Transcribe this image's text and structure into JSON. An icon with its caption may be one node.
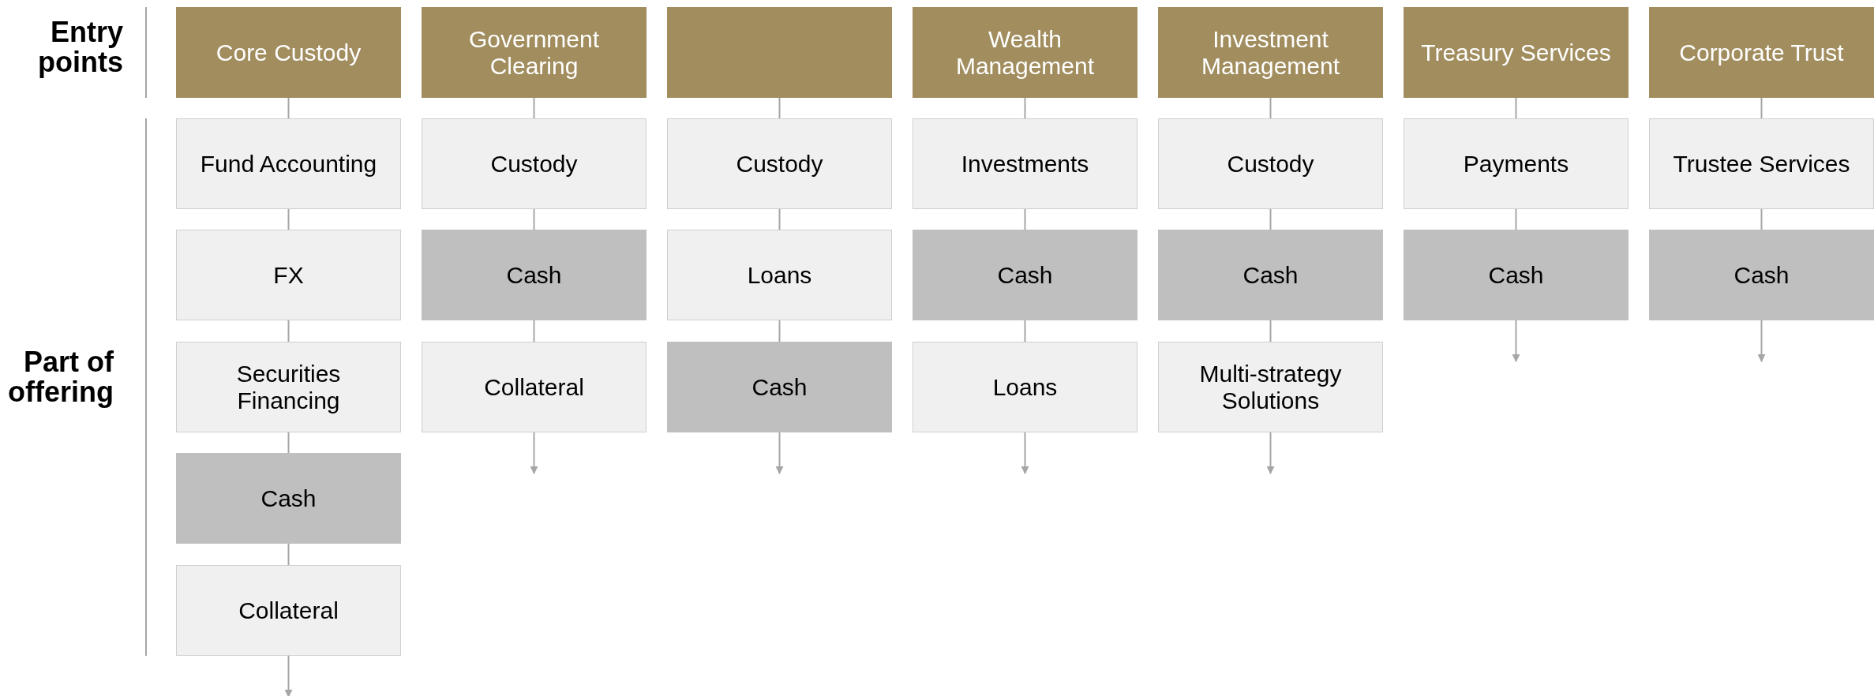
{
  "diagram": {
    "nodes": [
      {
        "text": [
          "Core Custody"
        ]
      },
      {
        "text": [
          "Fund Accounting"
        ]
      },
      {
        "text": [
          "FX"
        ]
      },
      {
        "text": [
          "Securities Financing"
        ]
      },
      {
        "text": [
          "Cash"
        ]
      },
      {
        "text": [
          "Collateral"
        ]
      },
      {
        "text": [
          "Government Clearing"
        ]
      },
      {
        "text": [
          "Custody"
        ]
      },
      {
        "text": [
          "Cash"
        ]
      },
      {
        "text": [
          "Collateral"
        ]
      },
      {
        "text": [],
        "shape": "box"
      },
      {
        "text": [
          "Custody"
        ]
      },
      {
        "text": [
          "Loans"
        ]
      },
      {
        "text": [
          "Cash"
        ]
      },
      {
        "text": [
          "Wealth Management"
        ]
      },
      {
        "text": [
          "Investments"
        ]
      },
      {
        "text": [
          "Cash"
        ]
      },
      {
        "text": [
          "Loans"
        ]
      },
      {
        "text": [
          "Investment Management"
        ]
      },
      {
        "text": [
          "Custody"
        ]
      },
      {
        "text": [
          "Cash"
        ]
      },
      {
        "text": [
          "Multi-strategy Solutions"
        ]
      },
      {
        "text": [
          "Treasury Services"
        ]
      },
      {
        "text": [
          "Payments"
        ]
      },
      {
        "text": [
          "Cash"
        ]
      },
      {
        "text": [
          "Corporate Trust"
        ]
      },
      {
        "text": [
          "Trustee Services"
        ]
      },
      {
        "text": [
          "Cash"
        ]
      }
    ],
    "edges": [
      {
        "from": 0,
        "to": 1,
        "arrow": "none"
      },
      {
        "from": 1,
        "to": 2,
        "arrow": "none"
      },
      {
        "from": 2,
        "to": 3,
        "arrow": "none"
      },
      {
        "from": 3,
        "to": 4,
        "arrow": "none"
      },
      {
        "from": 4,
        "to": 5,
        "arrow": "none"
      },
      {
        "from": 5,
        "to": null,
        "arrow": "to"
      },
      {
        "from": 6,
        "to": 7,
        "arrow": "none"
      },
      {
        "from": 7,
        "to": 8,
        "arrow": "none"
      },
      {
        "from": 8,
        "to": 9,
        "arrow": "none"
      },
      {
        "from": 9,
        "to": null,
        "arrow": "to"
      },
      {
        "from": 10,
        "to": 11,
        "arrow": "none"
      },
      {
        "from": 11,
        "to": 12,
        "arrow": "none"
      },
      {
        "from": 12,
        "to": 13,
        "arrow": "none"
      },
      {
        "from": 13,
        "to": null,
        "arrow": "to"
      },
      {
        "from": 14,
        "to": 15,
        "arrow": "none"
      },
      {
        "from": 15,
        "to": 16,
        "arrow": "none"
      },
      {
        "from": 16,
        "to": 17,
        "arrow": "none"
      },
      {
        "from": 17,
        "to": null,
        "arrow": "to"
      },
      {
        "from": 18,
        "to": 19,
        "arrow": "none"
      },
      {
        "from": 19,
        "to": 20,
        "arrow": "none"
      },
      {
        "from": 20,
        "to": 21,
        "arrow": "none"
      },
      {
        "from": 21,
        "to": null,
        "arrow": "to"
      },
      {
        "from": 22,
        "to": 23,
        "arrow": "none"
      },
      {
        "from": 23,
        "to": 24,
        "arrow": "none"
      },
      {
        "from": 24,
        "to": null,
        "arrow": "to"
      },
      {
        "from": 25,
        "to": 26,
        "arrow": "none"
      },
      {
        "from": 26,
        "to": 27,
        "arrow": "none"
      },
      {
        "from": 27,
        "to": null,
        "arrow": "to"
      }
    ],
    "labels": [
      "Entry points",
      "Part of offering"
    ]
  }
}
